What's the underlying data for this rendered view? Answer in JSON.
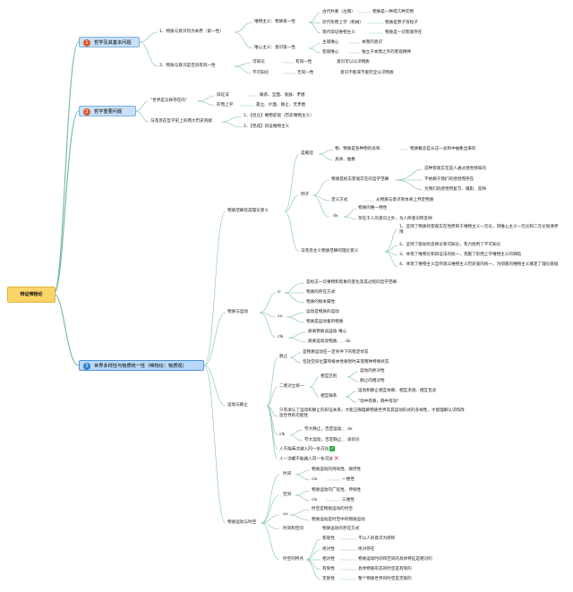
{
  "root": "辩证唯物论",
  "branches": {
    "b1": {
      "num": "1",
      "label": "哲学及其基本问题"
    },
    "b2": {
      "num": "2",
      "label": "哲学重要问题"
    },
    "b3": {
      "num": "3",
      "label": "世界多样性与物质统一性（唯物论：物质观）"
    }
  },
  "nodes": {
    "n1": "1、物质与意识何为本原（第一性）",
    "n2": "唯物主义：物质第一性",
    "n3": "古代朴素（古典）",
    "n4": "物质是一种或几种实物",
    "n5": "近代形而上学（机械）",
    "n6": "物质是原子等粒子",
    "n7": "现代辩证唯物主义",
    "n8": "物质是一切客观存在",
    "n9": "唯心主义：意识第一性",
    "n10": "主观唯心",
    "n11": "本我的意识",
    "n12": "客观唯心",
    "n13": "独立于本我之外的客观精神",
    "n14": "2、物质与意识是否具有同一性",
    "n15": "可知论",
    "n16": "有同一性",
    "n17": "意识可以认识物质",
    "n18": "不可知论",
    "n19": "无同一性",
    "n20": "意识不能或不能完全认识物质",
    "n21": "\"世界是怎样存在的\"",
    "n22": "辩证法",
    "n23": "联系、全面、发展、矛盾",
    "n24": "形而上学",
    "n25": "孤立、片面、静止、无矛盾",
    "n26": "马克思在哲学史上的两大历史贡献",
    "n27": "1、【创立】唯物史观（历史唯物主义）",
    "n28": "2、【完成】辩证唯物主义",
    "n29": "物质范畴及其理论意义",
    "n30": "是概括",
    "n31": "物、物质是各种物的总和",
    "n32": "物质概念是从这一总和中抽象出来的",
    "n33": "具体、抽象",
    "n34": "例子",
    "n35": "物质是标志客观实在的哲学范畴",
    "n36": "这种客观实在是人通过感觉感知的",
    "n37": "不依赖于我们的感觉而存在",
    "n38": "为我们的感觉所复写、摄影、反映",
    "n39": "定义方式",
    "n40": "从物质与意识到本来上界定物质",
    "n41": "dx",
    "n42": "物质的唯一特性",
    "n43": "存在于人的意识之外，为人所意识所反映",
    "n44": "马克思主义物质范畴的理论意义",
    "n45": "1、坚持了物质的客观实在性原则于唯物主义一元论，同唯心主义一元论和二元论划清界限",
    "n46": "2、坚持了能动的反映论和可知论，有力批判了不可知论",
    "n47": "3、体现了唯物论和辩证法的统一，克服了形而上学唯物主义的缺陷",
    "n48": "4、体现了唯物主义自然观与唯物主义历史观的统一，为彻底的唯物主义奠定了理论基础",
    "n49": "物质与运动",
    "n50": "ic",
    "n51": "是标志一切事物和现象的变化及其过程的哲学范畴",
    "n52": "物质的存在方式",
    "n53": "物质的根本属性",
    "n54": "vu",
    "n55": "运动是物质的运动",
    "n56": "物质是运动着的物质",
    "n57": "clk",
    "n58": "脱离物质谈运动",
    "n59": "唯心",
    "n60": "脱离运动谈物质",
    "n61": "dx",
    "n62": "运动与静止",
    "n63": "静止",
    "n64": "是物质运动在一定条件下的稳定状态",
    "n65": "包括空间位置和根本性质暂时未变两种特殊状态",
    "n66": "二者对立统一",
    "n67": "相互区别",
    "n68": "运动的绝对性",
    "n69": "静止的相对性",
    "n70": "相互联系",
    "n71": "运动和静止相互依赖、相互渗透、相互包含",
    "n72": "\"动中有静，静中有动\"",
    "n73": "只有承认了运动和静止的辩证关系，才能正确理解物质世界及其运动形式的多样性，才能理解认识和改造世界的可能性",
    "n74": "clk",
    "n75": "夸大静止，否定运动",
    "n76": "dx",
    "n77": "夸大运动，否定静止",
    "n78": "诡辩论",
    "n79": "人不能两次踏入同一条河流",
    "n80": "人一次都不能踏入同一条河流",
    "n81": "物质运动与时空",
    "n82": "时间",
    "n83": "物质运动的持续性、顺序性",
    "n84": "clx",
    "n85": "一维性",
    "n86": "空间",
    "n87": "物质运动的广延性、伸张性",
    "n88": "clx",
    "n89": "三维性",
    "n90": "vu",
    "n91": "时空是物质运动的时空",
    "n92": "物质运动是时空中的物质运动",
    "n93": "时间和空间",
    "n94": "物质运动的存在方式",
    "n95": "时空的特点",
    "n96": "客观性",
    "n97": "不以人的意识为转移",
    "n98": "绝对性",
    "n99": "绝对存在",
    "n100": "相对性",
    "n101": "物质运动时间和空间的具体特征是相对的",
    "n102": "有限性",
    "n103": "具体物质形态的时空是有限的",
    "n104": "无限性",
    "n105": "整个物质世界的时空是无限的"
  },
  "marks": {
    "check": "✓",
    "cross": "✕"
  },
  "colors": {
    "root": "#fbd46a",
    "branch": "#c8e0f7",
    "line": "#6fb7a8",
    "accent_red": "#e05a2b",
    "accent_blue": "#2f7fd0"
  }
}
